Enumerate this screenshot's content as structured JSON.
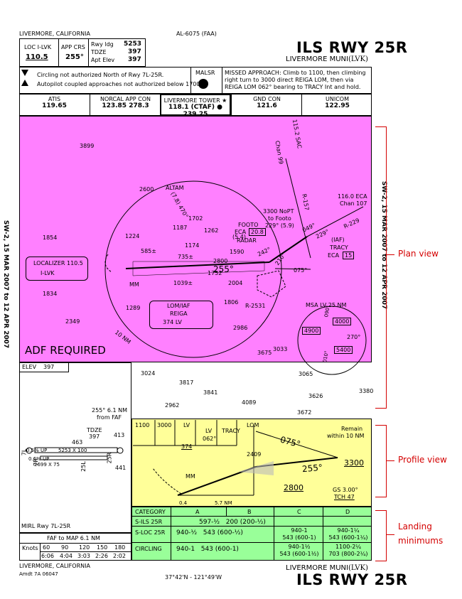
{
  "header": {
    "city": "LIVERMORE, CALIFORNIA",
    "al_number": "AL-6075 (FAA)",
    "title": "ILS RWY 25R",
    "airport": "LIVERMORE MUNI",
    "airport_id": "(LVK)"
  },
  "briefing": {
    "loc_label": "LOC  I-LVK",
    "loc_freq": "110.5",
    "app_crs_label": "APP CRS",
    "app_crs": "255°",
    "rwy_ldg_label": "Rwy ldg",
    "rwy_ldg": "5253",
    "tdze_label": "TDZE",
    "tdze": "397",
    "apt_elev_label": "Apt Elev",
    "apt_elev": "397",
    "note1": "Circling not authorized North of Rwy 7L-25R.",
    "note2": "Autopilot coupled approaches not authorized below 1700.",
    "malsr": "MALSR",
    "missed_approach": "MISSED APPROACH: Climb to 1100, then climbing right turn to 3000 direct REIGA LOM, then via REIGA LOM 062° bearing to TRACY Int and hold."
  },
  "comms": [
    {
      "name": "ATIS",
      "freq": "119.65"
    },
    {
      "name": "NORCAL APP CON",
      "freq": "123.85  278.3"
    },
    {
      "name": "LIVERMORE TOWER ★",
      "freq": "118.1 (CTAF) ● 239.25"
    },
    {
      "name": "GND CON",
      "freq": "121.6"
    },
    {
      "name": "UNICOM",
      "freq": "122.95"
    }
  ],
  "plan": {
    "effective_dates": "SW-2, 15 MAR 2007 to 12 APR 2007",
    "adf_required": "ADF REQUIRED",
    "localizer": "LOCALIZER  110.5",
    "localizer_id": "I-LVK",
    "lom_label": "LOM/IAF",
    "lom_name": "REIGA",
    "lom_freq": "374  LV",
    "altam": "ALTAM",
    "footo": "FOOTO",
    "footo_eca": "ECA",
    "footo_dist": "20.8",
    "radar": "RADAR",
    "noPT": "3300 NoPT",
    "to_footo": "to Footo",
    "noPT_crs": "229° (5.9)",
    "iaf": "(IAF)",
    "tracy": "TRACY",
    "tracy_eca": "ECA",
    "tracy_dist": "15",
    "eca_radial": "116.0 ECA",
    "eca_chan": "Chan 107",
    "sac_radial": "115.2 SAC",
    "sac_chan": "Chan 99",
    "r157": "R-157",
    "r229": "R-229",
    "r2531": "R-2531",
    "final_crs": "255°",
    "crs_075": "075°",
    "d54": "(5.4)",
    "crs_229": "229°",
    "crs_049": "049°",
    "crs_242": "242°",
    "crs_210": "210°",
    "crs_470": "(7.8) 470°",
    "msa": "MSA LV 25 NM",
    "msa_4900": "4900",
    "msa_4000": "4000",
    "msa_5400": "5400",
    "msa_270": "270°",
    "msa_090": "090°",
    "msa_010": "010°",
    "ten_nm": "10 NM",
    "obstacles": [
      "3899",
      "2600",
      "1702",
      "1262",
      "1187",
      "1224",
      "1174",
      "1590",
      "1854",
      "585±",
      "735±",
      "1752",
      "2800",
      "2004",
      "1039±",
      "1834",
      "1806",
      "1289",
      "2349",
      "2986",
      "3675",
      "3033",
      "3024",
      "3065",
      "3817",
      "3841",
      "4089",
      "3626",
      "3380",
      "2962",
      "3672"
    ],
    "mm": "MM"
  },
  "airport_diagram": {
    "elev_label": "ELEV",
    "elev": "397",
    "faf_note1": "255° 6.1 NM",
    "faf_note2": "from FAF",
    "tdze_label": "TDZE",
    "tdze": "397",
    "rwy_main": "5253 X 100",
    "rwy_alt": "2699 X 75",
    "rwy_7l": "7L",
    "rwy_7r": "7R",
    "rwy_25r": "25R",
    "rwy_25l": "25L",
    "obs_463": "463",
    "obs_413": "413",
    "obs_441": "441",
    "grad1": "0.5% UP",
    "grad2": "0.6% UP"
  },
  "profile": {
    "alt_1100": "1100",
    "alt_3000": "3000",
    "lv": "LV",
    "lv_374": "374",
    "lv2": "LV",
    "lv2_crs": "062°",
    "tracy": "TRACY",
    "lom": "LOM",
    "crs_075": "075°",
    "crs_255": "255°",
    "alt_3300": "3300",
    "alt_2800": "2800",
    "alt_2409": "2409",
    "mm": "MM",
    "dist_04": "0.4",
    "dist_57": "5.7 NM",
    "remain1": "Remain",
    "remain2": "within 10 NM",
    "gs": "GS 3.00°",
    "tch": "TCH 47"
  },
  "minimums": {
    "headers": [
      "CATEGORY",
      "A",
      "B",
      "C",
      "D"
    ],
    "rows": [
      {
        "label": "S-ILS 25R",
        "ab": "597-½   200 (200-½)",
        "c": "",
        "d": ""
      },
      {
        "label": "S-LOC 25R",
        "ab": "940-½   543 (600-½)",
        "c": "940-1\n543 (600-1)",
        "d": "940-1¼\n543 (600-1¼)"
      },
      {
        "label": "CIRCLING",
        "ab": "940-1   543 (600-1)",
        "c": "940-1½\n543 (600-1½)",
        "d": "1100-2¼\n703 (800-2¼)"
      }
    ]
  },
  "faf_table": {
    "mirl": "MIRL Rwy 7L-25R",
    "title": "FAF to MAP  6.1 NM",
    "knots_label": "Knots",
    "speeds": [
      "60",
      "90",
      "120",
      "150",
      "180"
    ],
    "times": [
      "6:06",
      "4:04",
      "3:03",
      "2:26",
      "2:02"
    ]
  },
  "footer": {
    "city": "LIVERMORE, CALIFORNIA",
    "amdt": "Amdt 7A  06047",
    "coords": "37°42'N - 121°49'W",
    "airport": "LIVERMORE MUNI",
    "airport_id": "(LVK)",
    "title": "ILS RWY 25R"
  },
  "callouts": {
    "plan": "Plan view",
    "profile": "Profile view",
    "landing1": "Landing",
    "landing2": "minimums"
  },
  "colors": {
    "plan_bg": "#ff80ff",
    "profile_bg": "#ffff99",
    "minimums_bg": "#99ff99",
    "callout": "#d40000"
  }
}
